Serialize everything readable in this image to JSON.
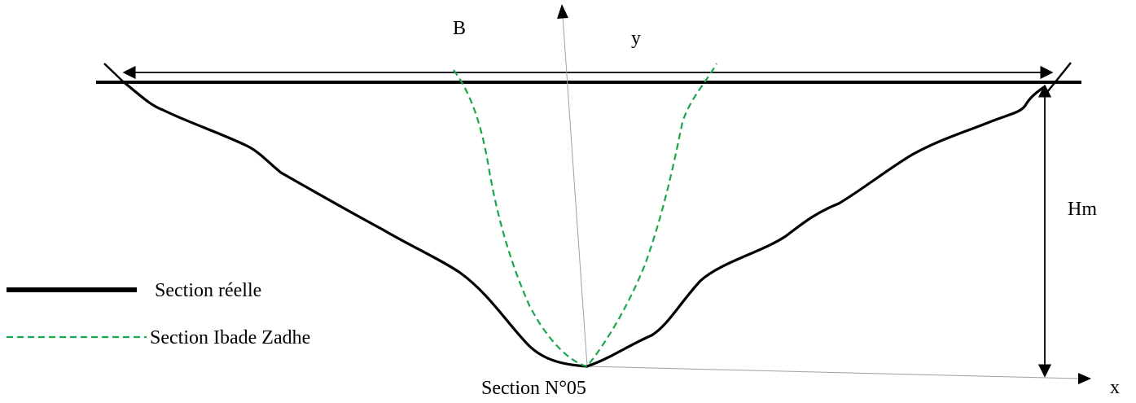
{
  "labels": {
    "width": "B",
    "y_axis": "y",
    "x_axis": "x",
    "height": "Hm",
    "caption": "Section N°05"
  },
  "legend": {
    "real_section": "Section réelle",
    "ibade_section": "Section Ibade Zadhe"
  },
  "colors": {
    "real_section": "#000000",
    "ibade_section": "#1aa64a",
    "axis": "#a0a0a0"
  }
}
